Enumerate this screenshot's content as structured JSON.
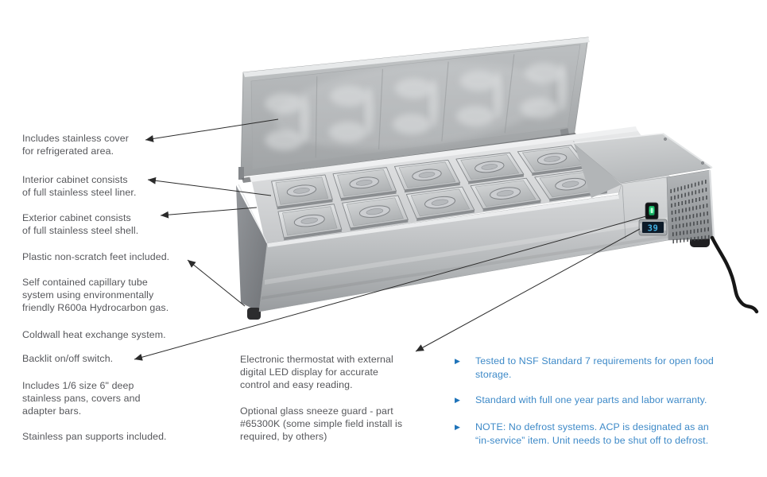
{
  "product": {
    "led_display_value": "39",
    "pan_grid": {
      "rows": 2,
      "columns": 5
    }
  },
  "callouts_left": [
    "Includes stainless cover\nfor refrigerated area.",
    "Interior cabinet consists\nof full stainless steel liner.",
    "Exterior cabinet consists\nof full stainless steel shell.",
    "Plastic non-scratch feet included.",
    "Self contained capillary tube\nsystem using environmentally\nfriendly R600a Hydrocarbon gas.",
    "Coldwall heat exchange system.",
    "Backlit on/off switch.",
    "Includes 1/6 size 6\" deep\nstainless pans, covers and\nadapter bars.",
    "Stainless pan supports included."
  ],
  "callouts_middle": [
    "Electronic thermostat with external\ndigital LED display for accurate\ncontrol and easy reading.",
    "Optional glass sneeze guard - part\n#65300K (some simple field install is\nrequired, by others)"
  ],
  "bullets_right": {
    "marker": "▶",
    "items": [
      "Tested to NSF Standard 7 requirements for open food\nstorage.",
      "Standard with full one year parts and labor warranty.",
      "NOTE: No defrost systems. ACP is designated as an\n“in-service” item. Unit needs to be shut off to defrost."
    ]
  },
  "colors": {
    "background": "#ffffff",
    "body_text": "#56575b",
    "accent_blue": "#3e8ac8",
    "bullet_blue": "#1e73b9",
    "led_digit": "#45b4e8",
    "switch_green": "#25d27d",
    "arrow": "#2b2b2b"
  }
}
